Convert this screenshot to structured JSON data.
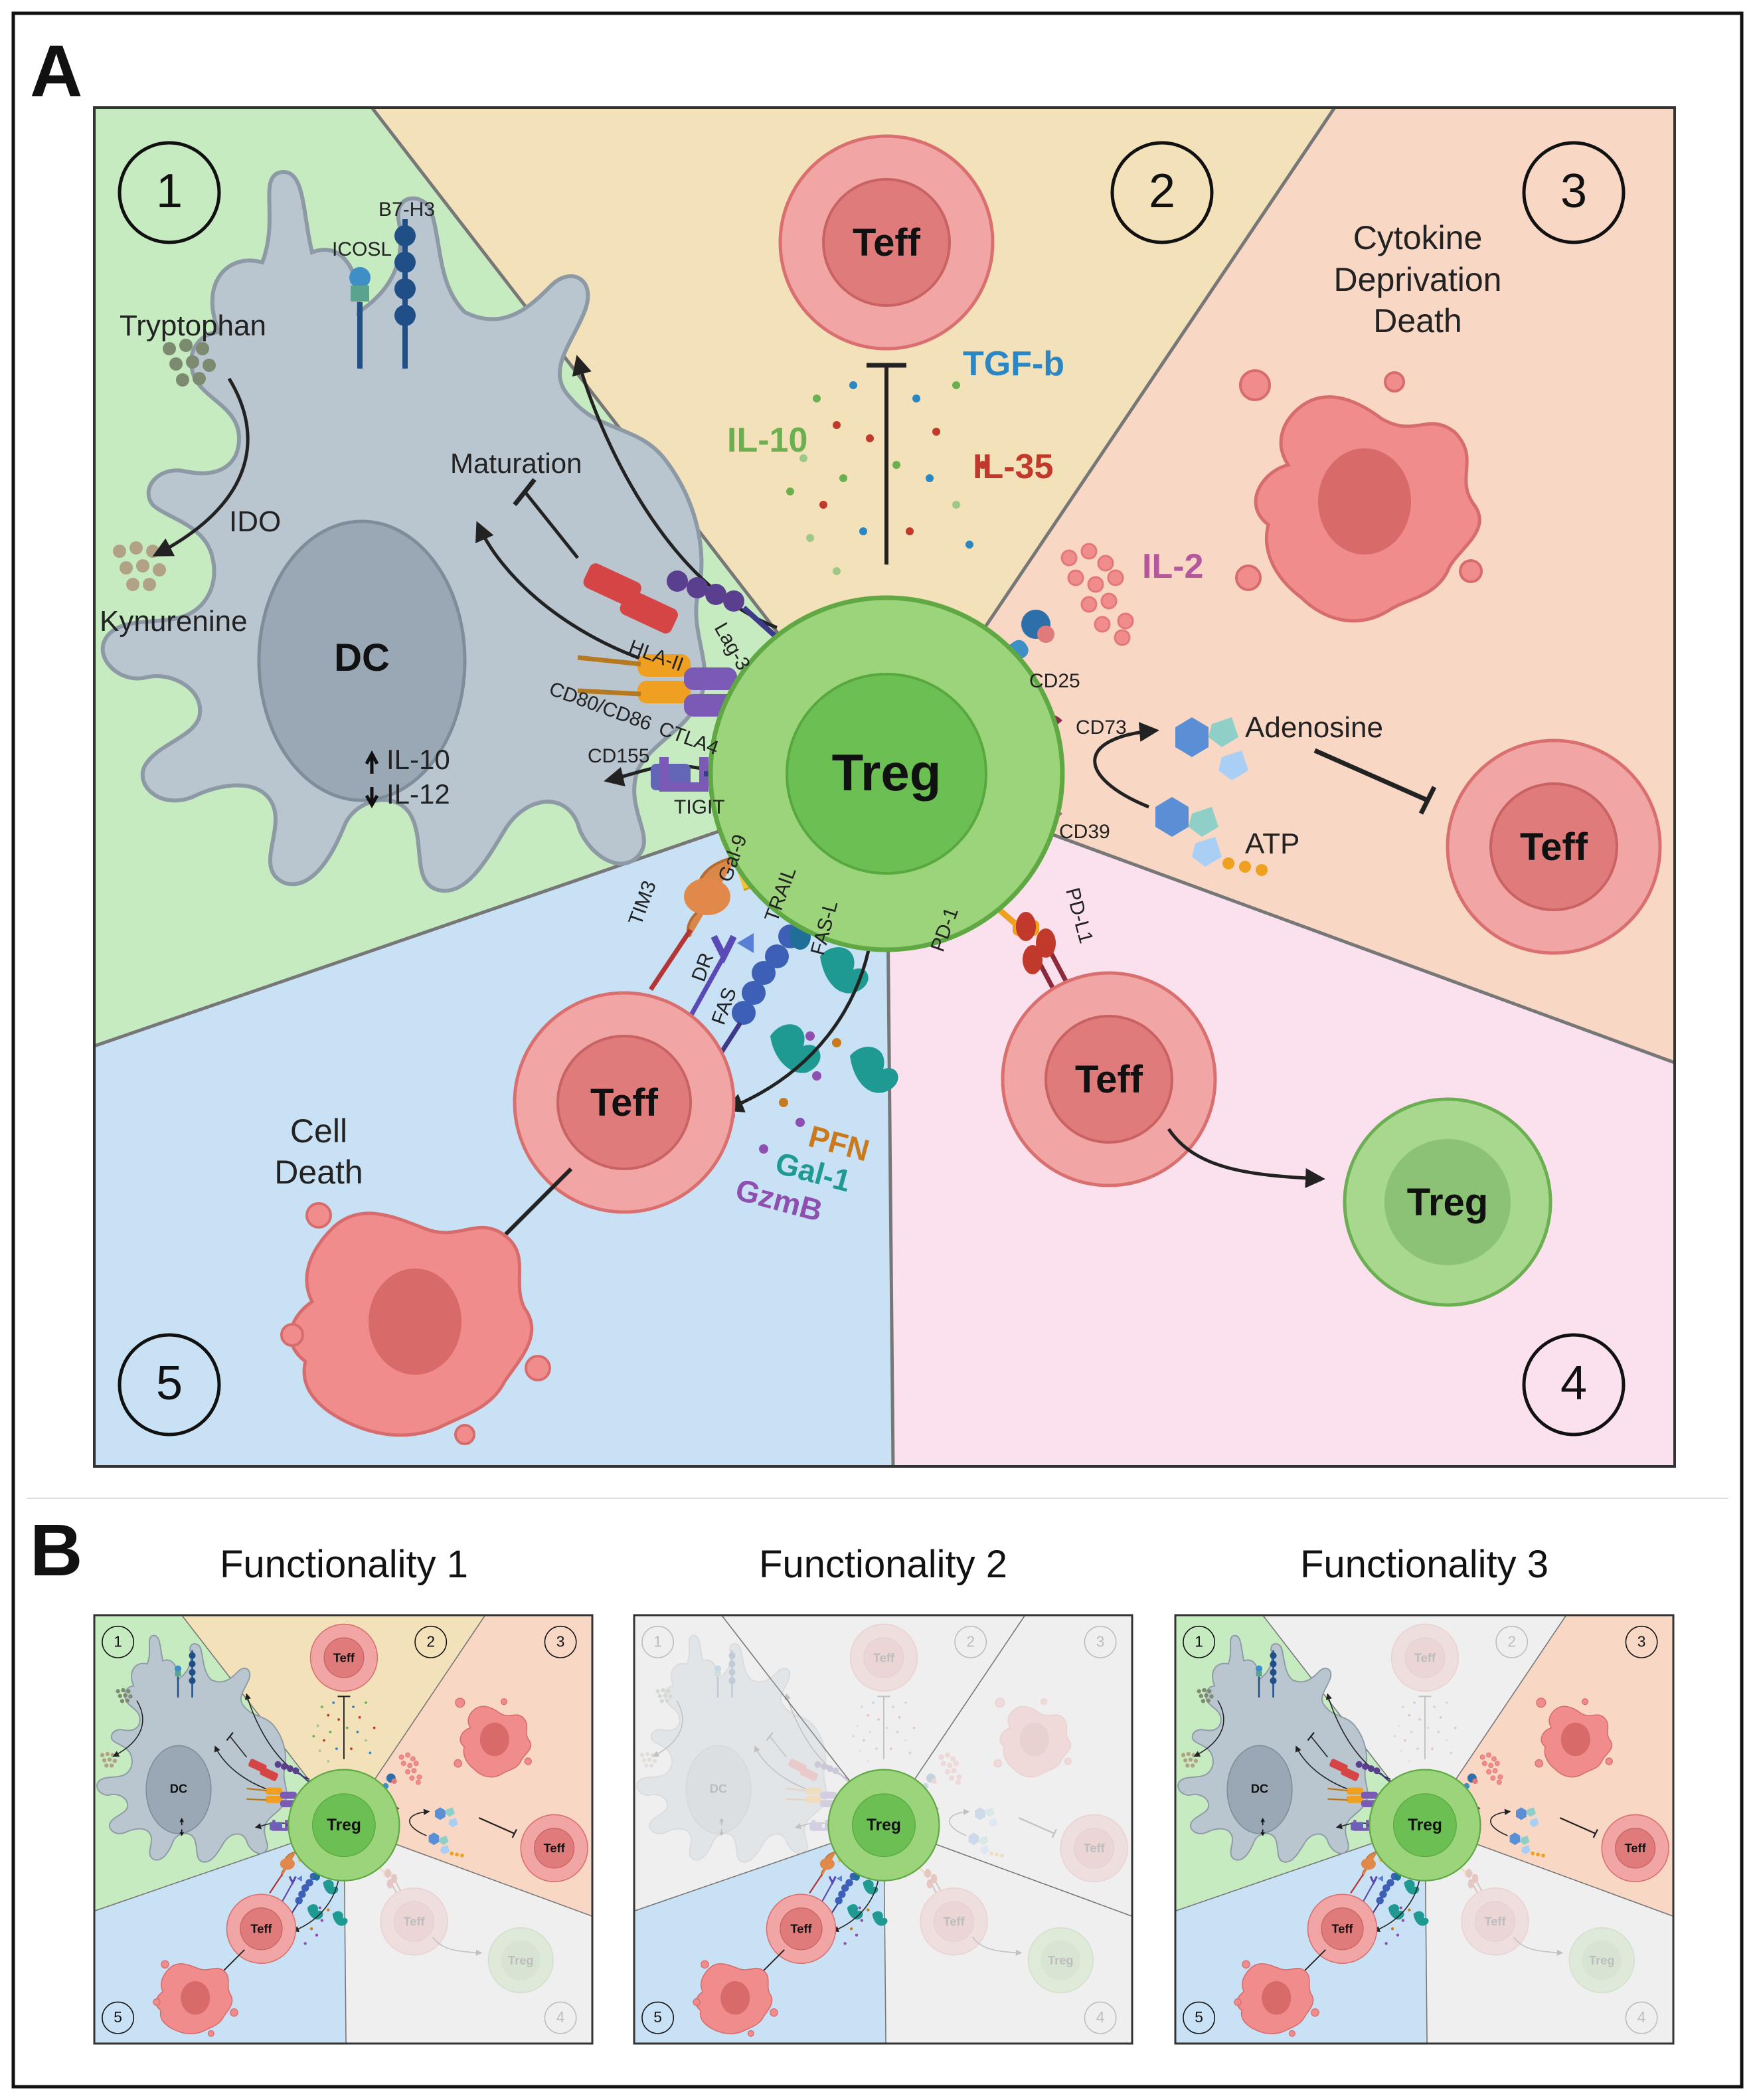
{
  "panel_a": {
    "letter": "A",
    "sectors": {
      "s1": {
        "number": "1",
        "color": "#c6ebc0"
      },
      "s2": {
        "number": "2",
        "color": "#f2e1b9"
      },
      "s3": {
        "number": "3",
        "color": "#f9d7c5"
      },
      "s4": {
        "number": "4",
        "color": "#fbe1ed"
      },
      "s5": {
        "number": "5",
        "color": "#c9e1f5"
      }
    },
    "center_cell": "Treg",
    "dc_label": "DC",
    "s1_labels": {
      "tryptophan": "Tryptophan",
      "kynurenine": "Kynurenine",
      "ido": "IDO",
      "icosl": "ICOSL",
      "b7h3": "B7-H3",
      "maturation": "Maturation",
      "hla2": "HLA-II",
      "lag3": "Lag-3",
      "cd80cd86": "CD80/CD86",
      "ctla4": "CTLA4",
      "cd155": "CD155",
      "tigit": "TIGIT",
      "il10": "IL-10",
      "il12": "IL-12"
    },
    "s2_labels": {
      "teff": "Teff",
      "tgfb": "TGF-b",
      "il10": "IL-10",
      "il35": "IL-35"
    },
    "s3_labels": {
      "title_line1": "Cytokine",
      "title_line2": "Deprivation",
      "title_line3": "Death",
      "il2": "IL-2",
      "cd25": "CD25",
      "cd73": "CD73",
      "cd39": "CD39",
      "adenosine": "Adenosine",
      "atp": "ATP",
      "teff": "Teff"
    },
    "s4_labels": {
      "pd1": "PD-1",
      "pdl1": "PD-L1",
      "teff": "Teff",
      "treg": "Treg"
    },
    "s5_labels": {
      "tim3": "TIM3",
      "gal9": "Gal-9",
      "trail": "TRAIL",
      "dr": "DR",
      "fas": "FAS",
      "fasl": "FAS-L",
      "teff": "Teff",
      "pfn": "PFN",
      "gal1": "Gal-1",
      "gzmb": "GzmB",
      "death_line1": "Cell",
      "death_line2": "Death"
    },
    "colors": {
      "treg_outer": "#9bd47a",
      "treg_inner": "#6cbf52",
      "teff_outer": "#f2a5a5",
      "teff_inner": "#e07b7b",
      "dc_body": "#b9c5cf",
      "dc_nucleus": "#9aa8b5",
      "tgfb": "#2a87c4",
      "il10": "#6bb04f",
      "il35": "#c0392b",
      "il2": "#b5579b",
      "pfn": "#c97a1e",
      "gal1": "#1f9a92",
      "gzmb": "#8e4fb0"
    }
  },
  "panel_b": {
    "letter": "B",
    "items": [
      {
        "title": "Functionality 1",
        "mini_teff": "Teff",
        "mini_treg": "Treg",
        "mini_dc": "DC",
        "n1": "1",
        "n2": "2",
        "n3": "3",
        "n4": "4",
        "n5": "5"
      },
      {
        "title": "Functionality 2",
        "mini_teff": "Teff",
        "mini_treg": "Treg",
        "mini_dc": "DC",
        "n1": "1",
        "n2": "2",
        "n3": "3",
        "n4": "4",
        "n5": "5"
      },
      {
        "title": "Functionality 3",
        "mini_teff": "Teff",
        "mini_treg": "Treg",
        "mini_dc": "DC",
        "n1": "1",
        "n2": "2",
        "n3": "3",
        "n4": "4",
        "n5": "5"
      }
    ],
    "active": [
      {
        "s1": true,
        "s2": true,
        "s3": true,
        "s4": false,
        "s5": true
      },
      {
        "s1": false,
        "s2": false,
        "s3": false,
        "s4": false,
        "s5": true
      },
      {
        "s1": true,
        "s2": false,
        "s3": true,
        "s4": false,
        "s5": true
      }
    ],
    "inactive_color": "#efefef"
  }
}
